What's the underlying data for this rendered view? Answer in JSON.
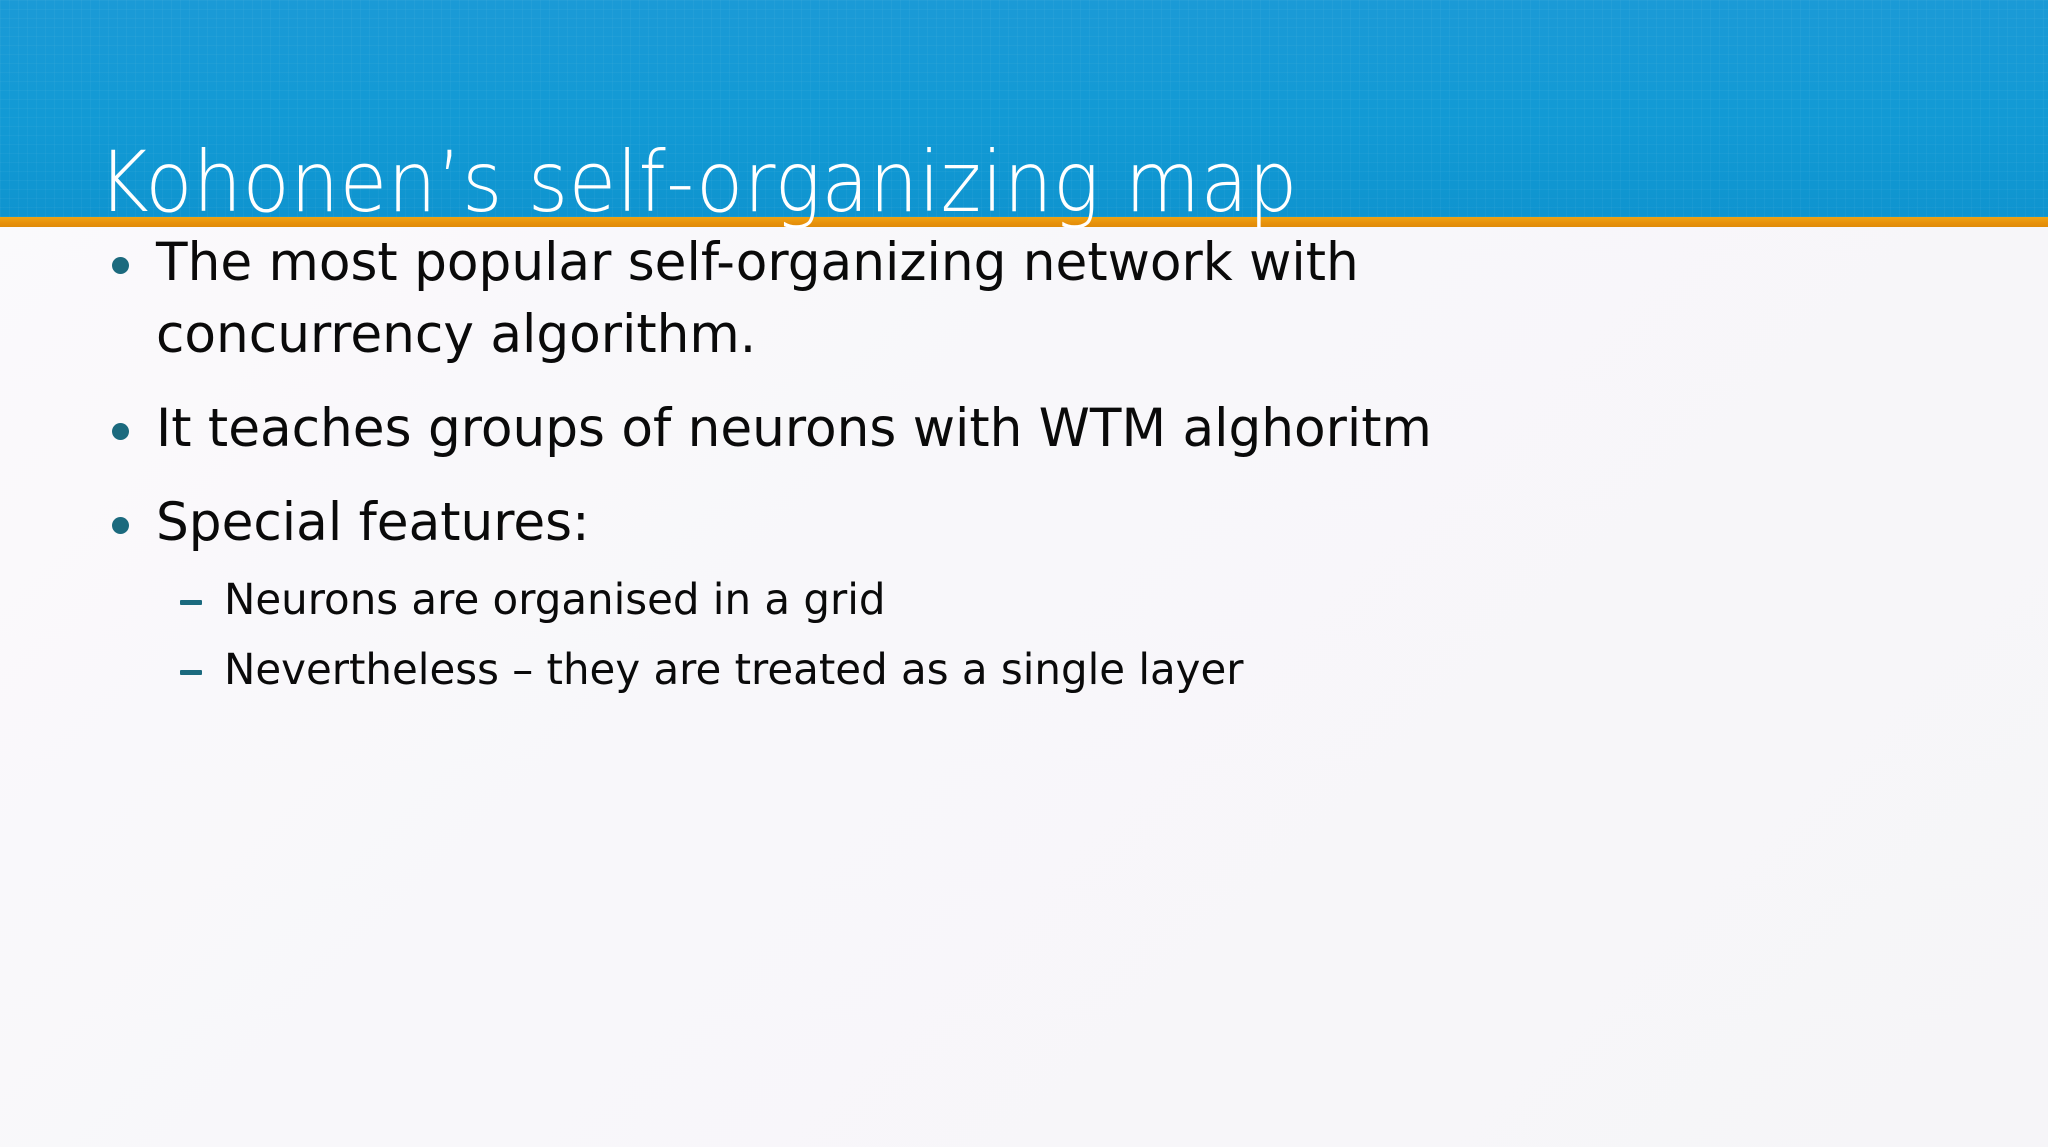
{
  "slide": {
    "title": "Kohonen’s self-organizing map",
    "theme": {
      "band_color": "#129ad5",
      "rule_color": "#e8920b",
      "background_color": "#f8f7fa",
      "bullet_marker_color": "#1b6a7e",
      "title_text_color": "#ffffff",
      "body_text_color": "#0a0a0a"
    },
    "bullets": [
      {
        "text": "The most popular self-organizing network with concurrency algorithm.",
        "marker": "dot"
      },
      {
        "text": "It teaches groups of neurons with WTM alghoritm",
        "marker": "dot"
      },
      {
        "text": "Special features:",
        "marker": "dot",
        "sub_bullets": [
          {
            "text": "Neurons are organised in a grid",
            "marker": "dash"
          },
          {
            "text": "Nevertheless – they are treated as a single layer",
            "marker": "dash"
          }
        ]
      }
    ]
  }
}
